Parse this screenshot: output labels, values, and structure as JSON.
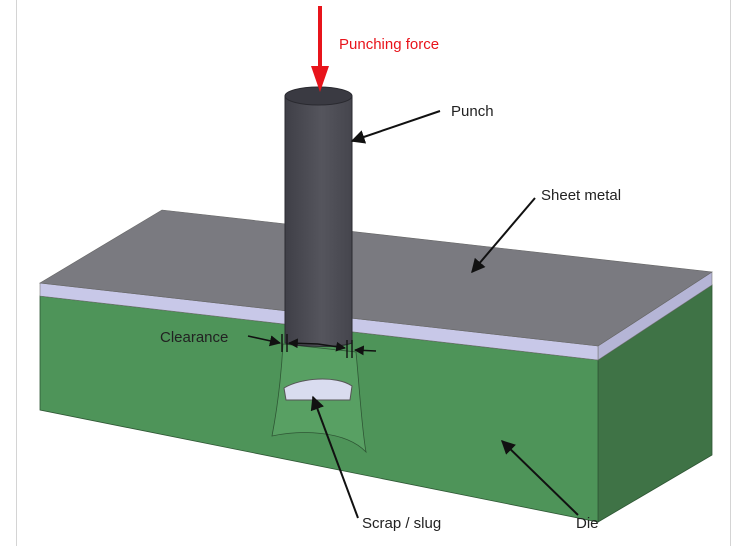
{
  "diagram": {
    "labels": {
      "punching_force": "Punching force",
      "punch": "Punch",
      "sheet_metal": "Sheet metal",
      "clearance": "Clearance",
      "scrap": "Scrap / slug",
      "die": "Die"
    },
    "colors": {
      "force": "#e8141b",
      "label_text": "#222222",
      "punch_body": "#4d4d55",
      "punch_top": "#3a3a42",
      "sheet_top": "#7a7a80",
      "sheet_edge": "#c8c8e8",
      "die_front": "#4e9459",
      "die_side": "#3f7346",
      "slug": "#d9dcef"
    }
  }
}
